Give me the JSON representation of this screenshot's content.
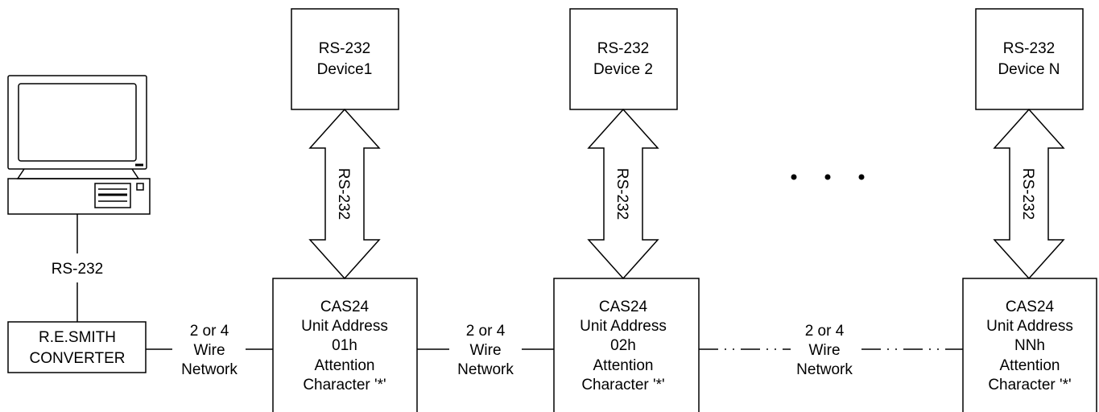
{
  "computer": {
    "cable_label": "RS-232"
  },
  "converter": {
    "line1": "R.E.SMITH",
    "line2": "CONVERTER"
  },
  "links": [
    {
      "line1": "2 or 4",
      "line2": "Wire",
      "line3": "Network"
    },
    {
      "line1": "2 or 4",
      "line2": "Wire",
      "line3": "Network"
    },
    {
      "line1": "2 or 4",
      "line2": "Wire",
      "line3": "Network"
    }
  ],
  "devices": [
    {
      "line1": "RS-232",
      "line2": "Device1"
    },
    {
      "line1": "RS-232",
      "line2": "Device 2"
    },
    {
      "line1": "RS-232",
      "line2": "Device N"
    }
  ],
  "arrows": [
    {
      "label": "RS-232"
    },
    {
      "label": "RS-232"
    },
    {
      "label": "RS-232"
    }
  ],
  "units": [
    {
      "line1": "CAS24",
      "line2": "Unit Address",
      "line3": "01h",
      "line4": "Attention",
      "line5": "Character '*'"
    },
    {
      "line1": "CAS24",
      "line2": "Unit Address",
      "line3": "02h",
      "line4": "Attention",
      "line5": "Character '*'"
    },
    {
      "line1": "CAS24",
      "line2": "Unit Address",
      "line3": "NNh",
      "line4": "Attention",
      "line5": "Character '*'"
    }
  ],
  "ellipsis": "continuation-dots"
}
